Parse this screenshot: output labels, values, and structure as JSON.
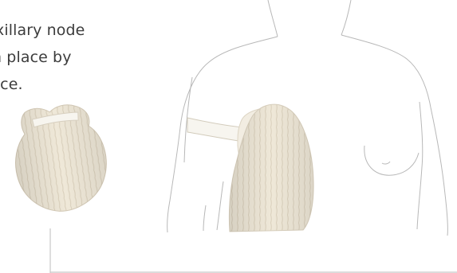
{
  "caption": {
    "line1": "xillary node",
    "line2": "n place by",
    "line3": "nce."
  },
  "colors": {
    "outline": "#b8b8b8",
    "pad_fill": "#efe8d8",
    "pad_quilt": "#d9cfbb",
    "strap": "#f7f5ef",
    "text": "#3c3c3c",
    "connector": "#c8c8c8"
  },
  "icons": {
    "body_outline": "torso-outline",
    "pad_small": "axillary-pad",
    "pad_worn": "axillary-pad-worn"
  }
}
